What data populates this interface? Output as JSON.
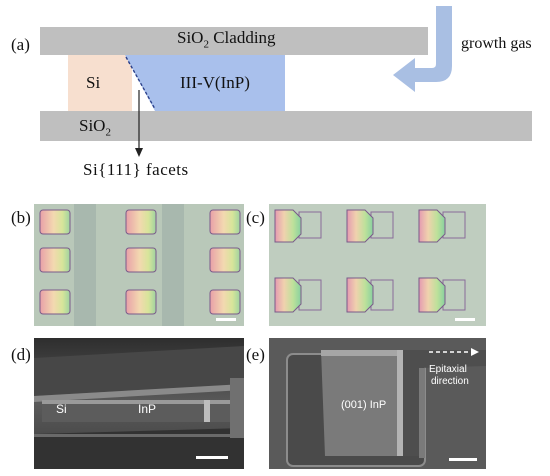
{
  "panels": {
    "a": {
      "label": "(a)",
      "cladding": "SiO",
      "cladding_sub": "2",
      "cladding_suffix": " Cladding",
      "si": "Si",
      "iiiv": "III-V(InP)",
      "oxide": "SiO",
      "oxide_sub": "2",
      "facets": "Si{111} facets",
      "growth_gas": "growth gas",
      "colors": {
        "cladding": "#bfbfbf",
        "si": "#f7dfcf",
        "inp": "#a9c0ec",
        "arrow": "#a9bfe3"
      }
    },
    "b": {
      "label": "(b)"
    },
    "c": {
      "label": "(c)"
    },
    "d": {
      "label": "(d)",
      "si": "Si",
      "inp": "InP"
    },
    "e": {
      "label": "(e)",
      "crystal": "(001) InP",
      "direction_line1": "Epitaxial",
      "direction_line2": "direction"
    }
  }
}
